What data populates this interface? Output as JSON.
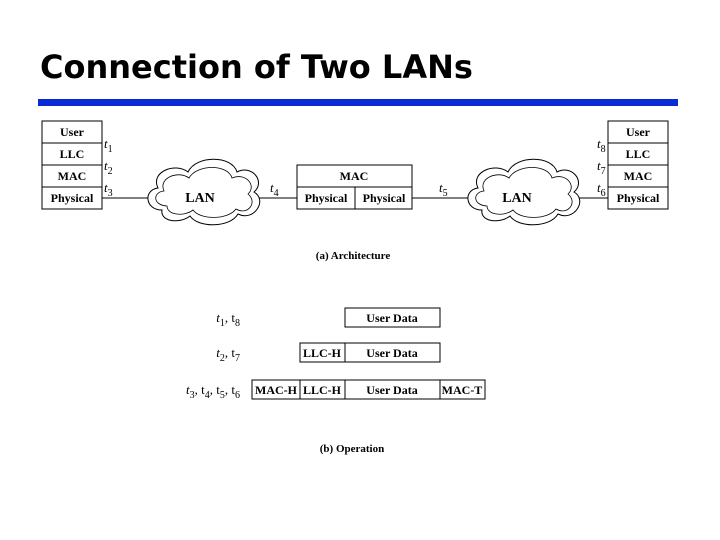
{
  "slide": {
    "title": "Connection of Two LANs",
    "accent_color": "#0a2ad8"
  },
  "architecture": {
    "caption": "(a) Architecture",
    "left_station": [
      "User",
      "LLC",
      "MAC",
      "Physical"
    ],
    "right_station": [
      "User",
      "LLC",
      "MAC",
      "Physical"
    ],
    "bridge": {
      "top": "MAC",
      "left_bottom": "Physical",
      "right_bottom": "Physical"
    },
    "left_lan": "LAN",
    "right_lan": "LAN",
    "times": {
      "t1": {
        "base": "t",
        "sub": "1"
      },
      "t2": {
        "base": "t",
        "sub": "2"
      },
      "t3": {
        "base": "t",
        "sub": "3"
      },
      "t4": {
        "base": "t",
        "sub": "4"
      },
      "t5": {
        "base": "t",
        "sub": "5"
      },
      "t6": {
        "base": "t",
        "sub": "6"
      },
      "t7": {
        "base": "t",
        "sub": "7"
      },
      "t8": {
        "base": "t",
        "sub": "8"
      }
    }
  },
  "operation": {
    "caption": "(b) Operation",
    "rows": [
      {
        "times": [
          "1",
          "8"
        ],
        "fields": [
          "User Data"
        ]
      },
      {
        "times": [
          "2",
          "7"
        ],
        "fields": [
          "LLC-H",
          "User Data"
        ]
      },
      {
        "times": [
          "3",
          "4",
          "5",
          "6"
        ],
        "fields": [
          "MAC-H",
          "LLC-H",
          "User Data",
          "MAC-T"
        ]
      }
    ]
  }
}
